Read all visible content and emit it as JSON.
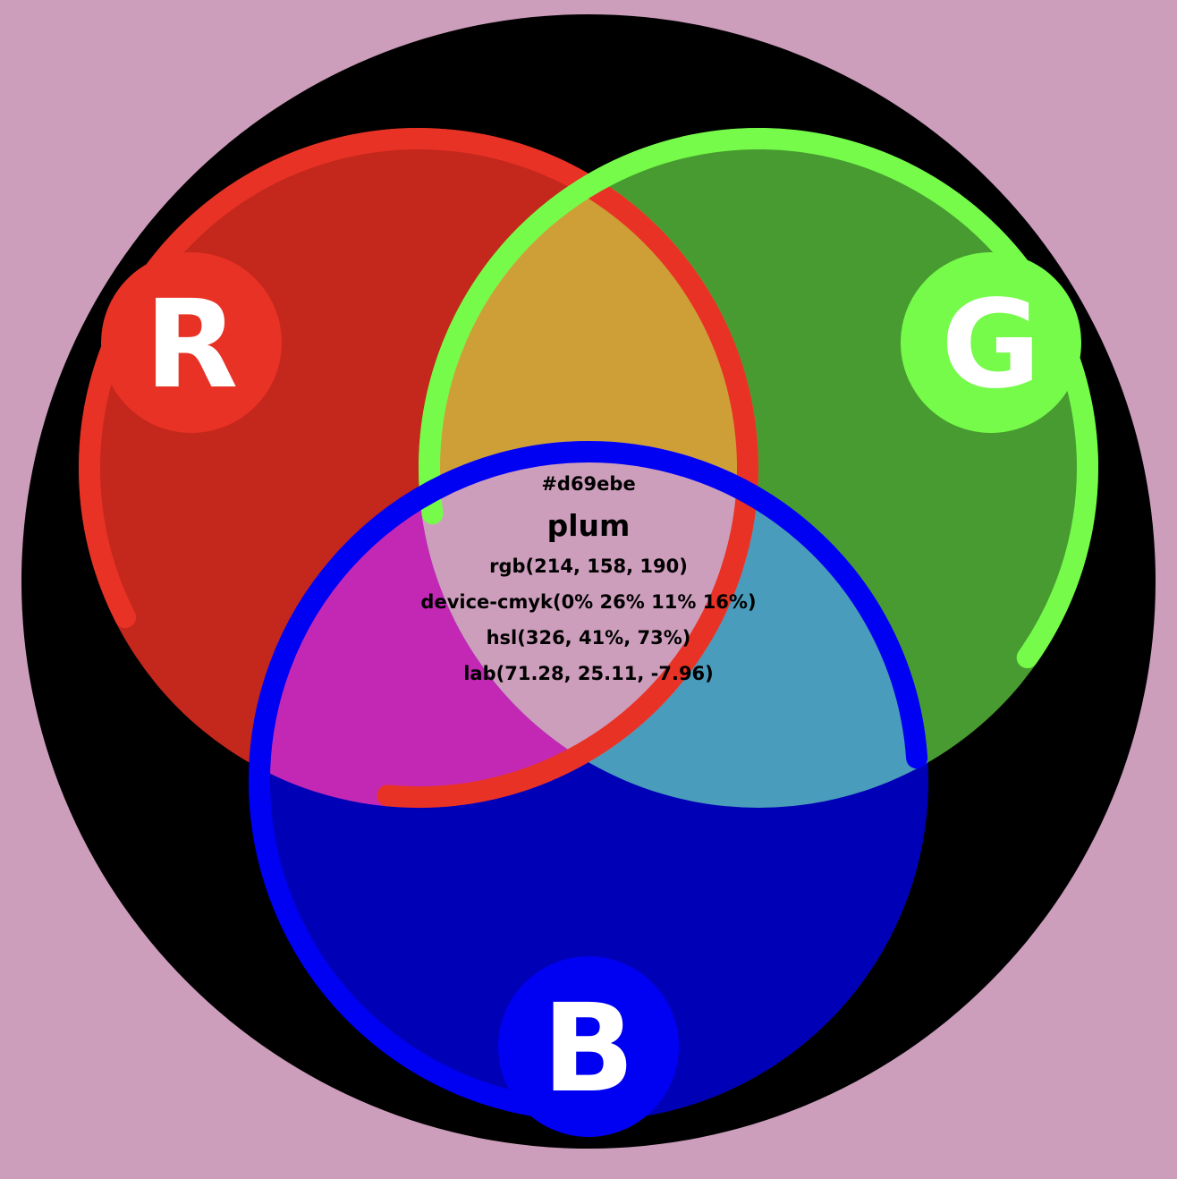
{
  "background_color": "#cd9ebc",
  "ring_color": "#000000",
  "channels": {
    "r": {
      "label": "R",
      "fill": "#c4271c",
      "badge": "#e83225",
      "arc": "#e83225",
      "level": 0.84
    },
    "g": {
      "label": "G",
      "fill": "#479b30",
      "badge": "#76fb4b",
      "arc": "#76fb4b",
      "level": 0.62
    },
    "b": {
      "label": "B",
      "fill": "#0000b6",
      "badge": "#0000f2",
      "arc": "#0000f2",
      "level": 0.75
    }
  },
  "overlaps": {
    "rg": "#cf9f37",
    "rb": "#c328b5",
    "gb": "#499cbc",
    "rgb": "#cd9ebc",
    "rg_arc": "#f1a344",
    "rb_arc": "#c31ffb",
    "gb_arc": "#4895ff"
  },
  "info": {
    "hex": "#d69ebe",
    "name": "plum",
    "rgb": "rgb(214, 158, 190)",
    "cmyk": "device-cmyk(0% 26% 11% 16%)",
    "hsl": "hsl(326, 41%, 73%)",
    "lab": "lab(71.28, 25.11, -7.96)"
  }
}
